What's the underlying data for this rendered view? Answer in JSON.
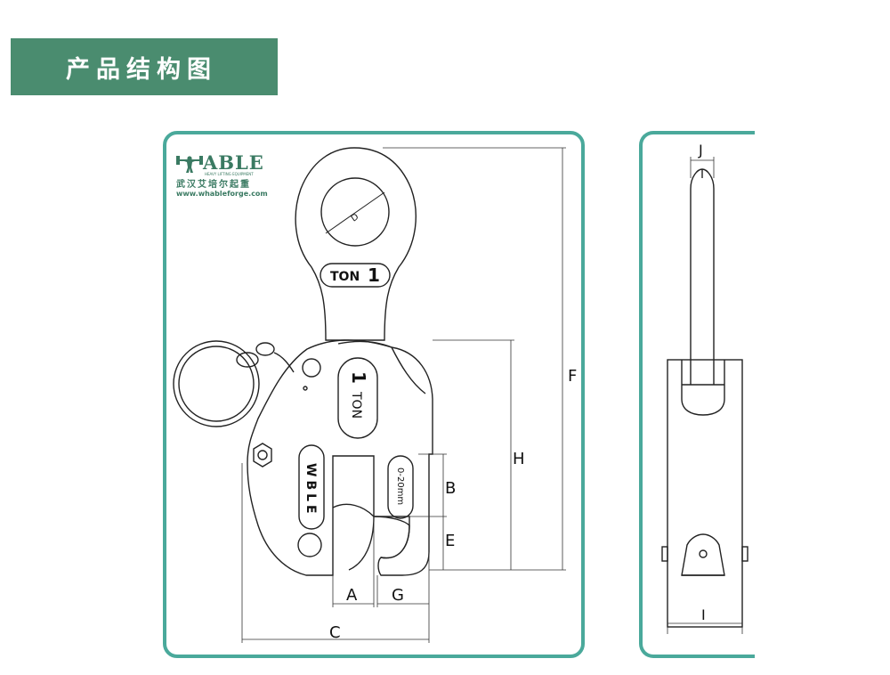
{
  "header": {
    "title": "产品结构图"
  },
  "logo": {
    "word": "ABLE",
    "subtitle_en": "HEAVY LIFTING EQUIPMENT",
    "subtitle_cn": "武汉艾培尔起重",
    "url": "www.whableforge.com"
  },
  "drawing": {
    "eye_label": "D",
    "ton_tag": "TON",
    "ton_number": "1",
    "body_ton_number": "1",
    "body_ton_text": "TON",
    "jaw_range": "0-20mm",
    "brand_vertical": "WBLE",
    "dimensions": {
      "A": "A",
      "B": "B",
      "C": "C",
      "E": "E",
      "F": "F",
      "G": "G",
      "H": "H",
      "I": "I",
      "J": "J"
    }
  },
  "colors": {
    "header_bg": "#4a8c6f",
    "panel_border": "#4aa99b",
    "logo": "#3a7a62"
  }
}
